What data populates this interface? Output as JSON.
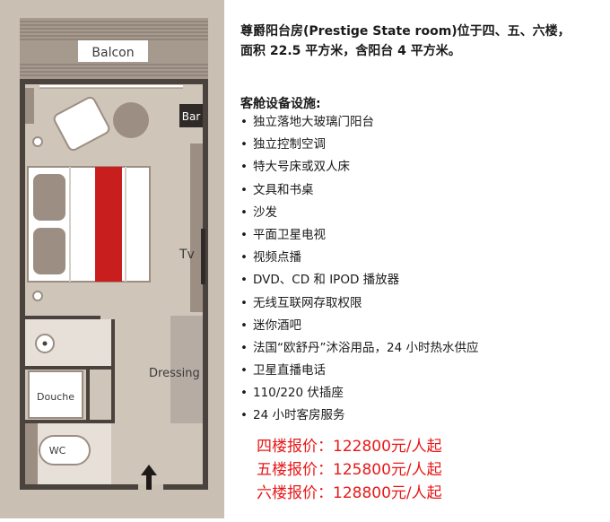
{
  "floorplan": {
    "labels": {
      "balcony": "Balcon",
      "bar": "Bar",
      "tv": "Tv",
      "dressing": "Dressing",
      "shower": "Douche",
      "wc": "WC"
    },
    "icons": [
      "entrance-arrow-icon",
      "sink-icon",
      "toilet-icon",
      "bed-icon",
      "armchair-icon"
    ]
  },
  "description": {
    "lines": [
      "尊爵阳台房(Prestige State room)位于四、五、六楼，",
      "面积 22.5 平方米，含阳台 4 平方米。"
    ]
  },
  "features": {
    "title": "客舱设备设施:",
    "bullet": "•",
    "items": [
      "独立落地大玻璃门阳台",
      "独立控制空调",
      "特大号床或双人床",
      "文具和书桌",
      "沙发",
      "平面卫星电视",
      "视频点播",
      "DVD、CD 和 IPOD 播放器",
      "无线互联网存取权限",
      "迷你酒吧",
      "法国“欧舒丹”沐浴用品，24 小时热水供应",
      "卫星直播电话",
      "110/220 伏插座",
      "24 小时客房服务"
    ]
  },
  "prices": [
    "四楼报价：122800元/人起",
    "五楼报价：125800元/人起",
    "六楼报价：128800元/人起"
  ],
  "colors": {
    "plan_background": "#c9bfb3",
    "wall": "#4a423c",
    "furniture": "#9d8e83",
    "accent_stripe": "#c81e1e",
    "dressing": "#b7aca4",
    "price_text": "#e81818"
  }
}
